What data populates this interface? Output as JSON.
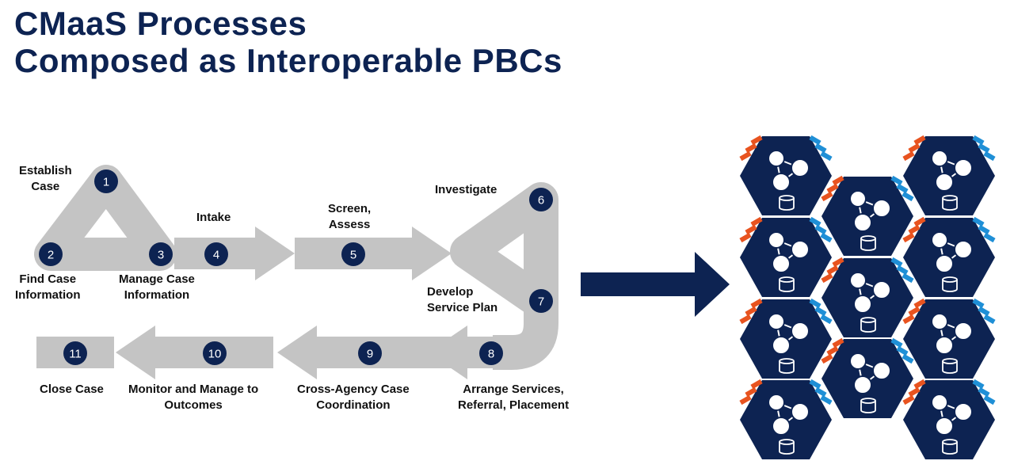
{
  "title": {
    "line1": "CMaaS Processes",
    "line2": "Composed as Interoperable PBCs"
  },
  "colors": {
    "navy": "#0d2352",
    "gray": "#c4c4c4",
    "orange": "#e8531f",
    "blue": "#1f8fd6"
  },
  "steps": [
    {
      "number": "1",
      "label": [
        "Establish",
        "Case"
      ]
    },
    {
      "number": "2",
      "label": [
        "Find Case",
        "Information"
      ]
    },
    {
      "number": "3",
      "label": [
        "Manage Case",
        "Information"
      ]
    },
    {
      "number": "4",
      "label": [
        "Intake"
      ]
    },
    {
      "number": "5",
      "label": [
        "Screen,",
        "Assess"
      ]
    },
    {
      "number": "6",
      "label": [
        "Investigate"
      ]
    },
    {
      "number": "7",
      "label": [
        "Develop",
        "Service Plan"
      ]
    },
    {
      "number": "8",
      "label": [
        "Arrange Services,",
        "Referral, Placement"
      ]
    },
    {
      "number": "9",
      "label": [
        "Cross-Agency Case",
        "Coordination"
      ]
    },
    {
      "number": "10",
      "label": [
        "Monitor and Manage to",
        "Outcomes"
      ]
    },
    {
      "number": "11",
      "label": [
        "Close Case"
      ]
    }
  ],
  "pbc_icons": {
    "count": 11,
    "icon_name": "packaged-business-capability-hexagon-icon"
  }
}
